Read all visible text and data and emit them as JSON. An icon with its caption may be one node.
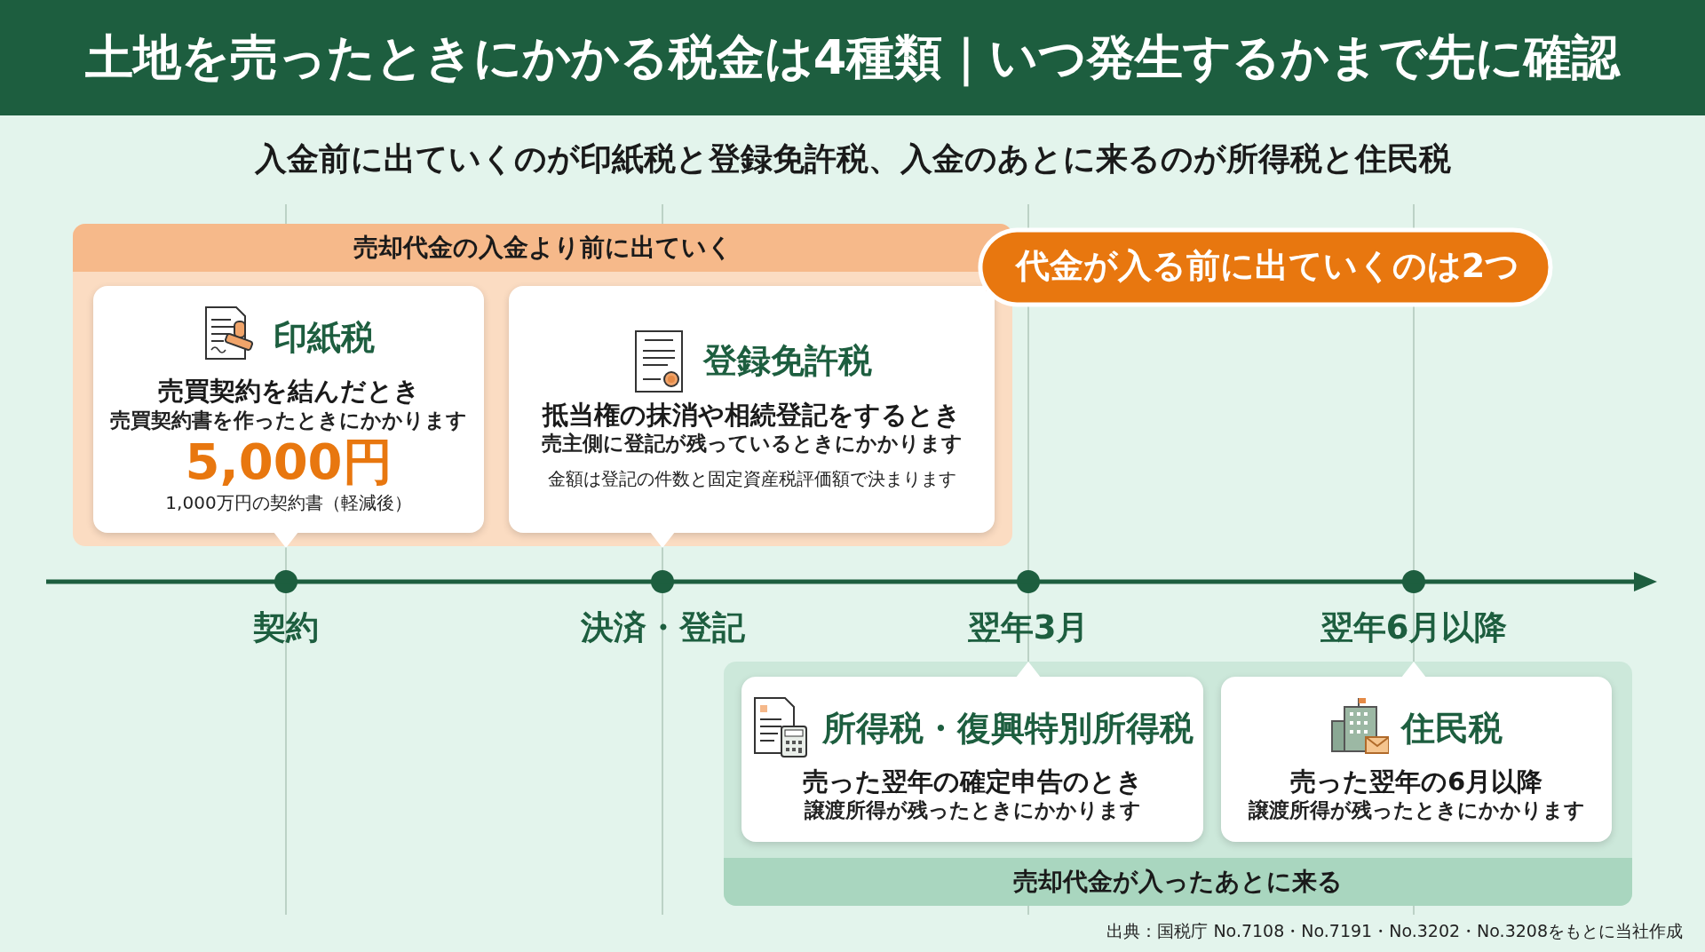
{
  "diagram": {
    "title": "土地を売ったときにかかる税金は4種類｜いつ発生するかまで先に確認",
    "caption": "出典：国税庁 No.7108・No.7191・No.3202・No.3208をもとに当社作成",
    "nodes": [
      {
        "text": [
          "売却代金の入金より前に出ていく"
        ]
      },
      {
        "text": [
          "印紙税",
          "売買契約を結んだとき",
          "売買契約書を作ったときにかかります",
          "5,000円",
          "1,000万円の契約書（軽減後）"
        ],
        "in": 0
      },
      {
        "text": [
          "登録免許税",
          "抵当権の抹消や相続登記をするとき",
          "売主側に登記が残っているときにかかります",
          "金額は登記の件数と固定資産税評価額で決まります"
        ],
        "in": 0
      },
      {
        "text": [
          "代金が入る前に出ていくのは2つ"
        ]
      },
      {
        "text": [
          "契約"
        ]
      },
      {
        "text": [
          "決済・登記"
        ]
      },
      {
        "text": [
          "翌年3月"
        ]
      },
      {
        "text": [
          "翌年6月以降"
        ]
      },
      {
        "text": [
          "売却代金が入ったあとに来る"
        ]
      },
      {
        "text": [
          "所得税・復興特別所得税",
          "売った翌年の確定申告のとき",
          "譲渡所得が残ったときにかかります"
        ],
        "in": 8
      },
      {
        "text": [
          "住民税",
          "売った翌年の6月以降",
          "譲渡所得が残ったときにかかります"
        ],
        "in": 8
      }
    ],
    "labels": [
      "入金前に出ていくのが印紙税と登録免許税、入金のあとに来るのが所得税と住民税"
    ]
  }
}
